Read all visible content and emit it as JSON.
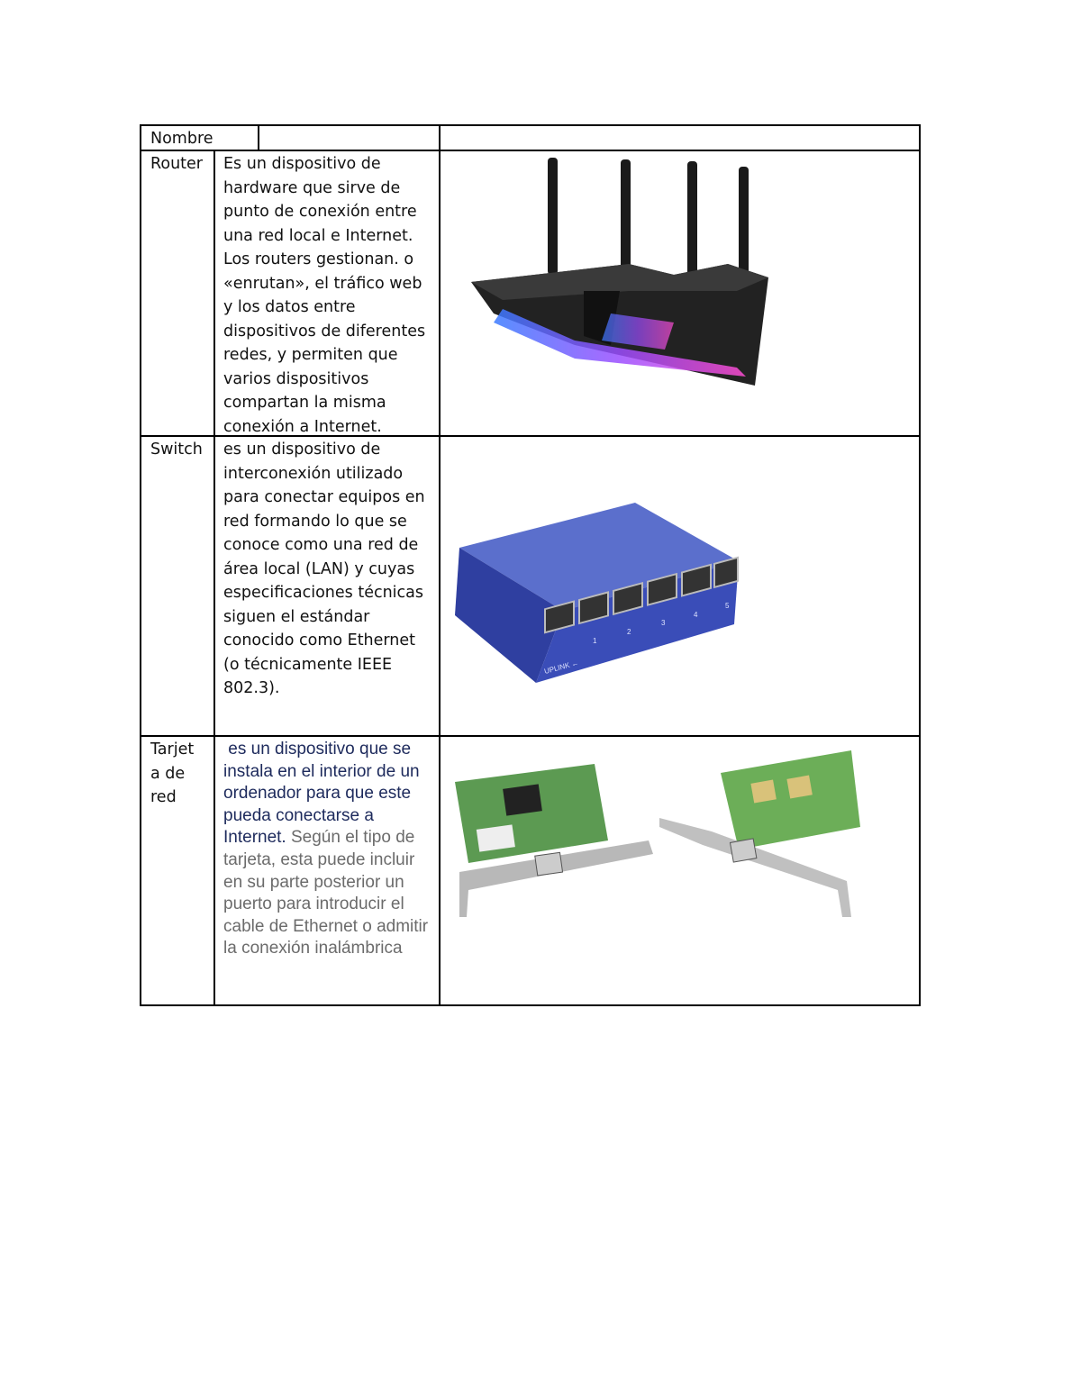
{
  "table": {
    "header": {
      "col1": "Nombre",
      "col2": "",
      "col3": ""
    },
    "rows": [
      {
        "name": "Router",
        "description": "Es un dispositivo de hardware que sirve de punto de conexión entre una red local e Internet. Los routers gestionan. o «enrutan», el tráfico web y los datos entre dispositivos de diferentes redes, y permiten que varios dispositivos compartan la misma conexión a Internet.",
        "image": "router-image"
      },
      {
        "name": "Switch",
        "description": "es un dispositivo de interconexión utilizado para conectar equipos en red formando lo que se conoce como una red de área local (LAN) y cuyas especificaciones técnicas siguen el estándar conocido como Ethernet (o técnicamente IEEE 802.3).",
        "image": "network-switch-image",
        "image_labels": {
          "port1": "1",
          "port2": "2",
          "port3": "3",
          "port4": "4",
          "port5": "5",
          "uplink": "UPLINK ←"
        }
      },
      {
        "name": "Tarjeta de red",
        "name_lines": [
          "Tarjet",
          "a de",
          "red"
        ],
        "description_part1": " es un dispositivo que se instala en el interior de un ordenador para que este pueda conectarse a Internet.",
        "description_part2": " Según el tipo de tarjeta, esta puede incluir en su parte posterior un puerto para introducir el cable de Ethernet o admitir la conexión inalámbrica",
        "image": "network-card-image"
      }
    ]
  },
  "colors": {
    "border": "#000000",
    "text": "#111111",
    "arial_text": "#1d2a5c",
    "grey_text": "#6b6b6b"
  }
}
